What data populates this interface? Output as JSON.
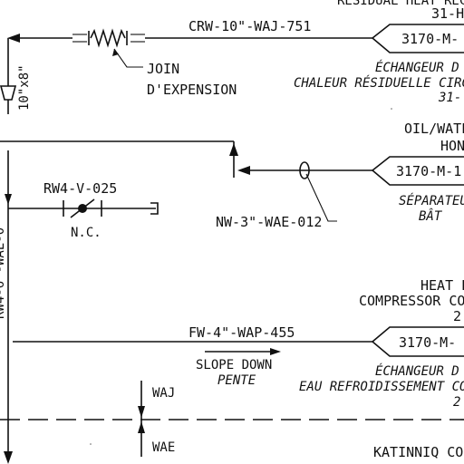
{
  "top_right": {
    "header_cut": "RESIDUAL HEAT RECO",
    "tag_top": "31-H",
    "equipment": "3170-M-",
    "desc_fr_1": "ÉCHANGEUR D",
    "desc_fr_2": "CHALEUR RÉSIDUELLE CIRC",
    "desc_fr_3": "31-"
  },
  "top_line": {
    "line_tag": "CRW-10\"-WAJ-751",
    "joint_label_1": "JOIN",
    "joint_label_2": "D'EXPENSION",
    "reducer_label": "10\"x8\""
  },
  "middle_right": {
    "header_1": "OIL/WATE",
    "header_2": "HON",
    "equipment": "3170-M-1",
    "desc_fr_1": "SÉPARATEU",
    "desc_fr_2": "BÂT"
  },
  "middle_line": {
    "line_tag": "NW-3\"-WAE-012"
  },
  "valve": {
    "tag": "RW4-V-025",
    "state": "N.C."
  },
  "lower_right": {
    "header_1": "HEAT E",
    "header_2": "COMPRESSOR CO",
    "header_3": "2",
    "equipment": "3170-M-",
    "desc_fr_1": "ÉCHANGEUR D",
    "desc_fr_2": "EAU REFROIDISSEMENT CO",
    "desc_fr_3": "2"
  },
  "lower_line": {
    "line_tag": "FW-4\"-WAP-455",
    "slope_en": "SLOPE DOWN",
    "slope_fr": "PENTE"
  },
  "boundary": {
    "above": "WAJ",
    "below": "WAE"
  },
  "vertical_line_tag_cut": "RW4-6\"-WAE-0",
  "bottom_right": {
    "label": "KATINNIQ COLL"
  }
}
